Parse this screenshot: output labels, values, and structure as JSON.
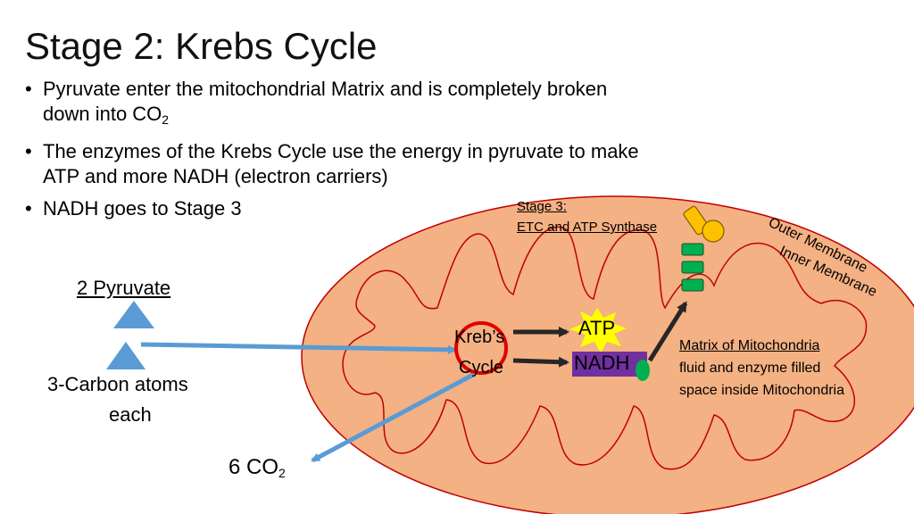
{
  "slide": {
    "title": "Stage 2: Krebs Cycle",
    "bullets": [
      {
        "text": "Pyruvate enter the mitochondrial Matrix and is completely broken",
        "line2": "down into CO",
        "sub": "2"
      },
      {
        "text": "The enzymes of the Krebs Cycle use the energy in pyruvate to make",
        "line2": "ATP and more NADH (electron carriers)"
      },
      {
        "text": "NADH goes to Stage 3"
      }
    ]
  },
  "diagram": {
    "pyruvate_label": "2 Pyruvate",
    "carbon_label_1": "3-Carbon atoms",
    "carbon_label_2": "each",
    "co2_prefix": "6 CO",
    "co2_sub": "2",
    "krebs_label_1": "Kreb’s",
    "krebs_label_2": "Cycle",
    "atp_label": "ATP",
    "nadh_label": "NADH",
    "stage3_label_1": "Stage 3:",
    "stage3_label_2": "ETC and ATP Synthase",
    "outer_membrane": "Outer Membrane",
    "inner_membrane": "Inner Membrane",
    "matrix_title": "Matrix of Mitochondria",
    "matrix_desc_1": "fluid and enzyme filled",
    "matrix_desc_2": "space inside Mitochondria"
  },
  "colors": {
    "mito_fill": "#f4b183",
    "membrane": "#c00000",
    "arrow_blue": "#5b9bd5",
    "triangle_blue": "#5b9bd5",
    "krebs_circle": "#e00000",
    "atp_star": "#ffff00",
    "nadh_box": "#7030a0",
    "etc_green": "#00b050",
    "synthase_gold": "#ffc000"
  }
}
